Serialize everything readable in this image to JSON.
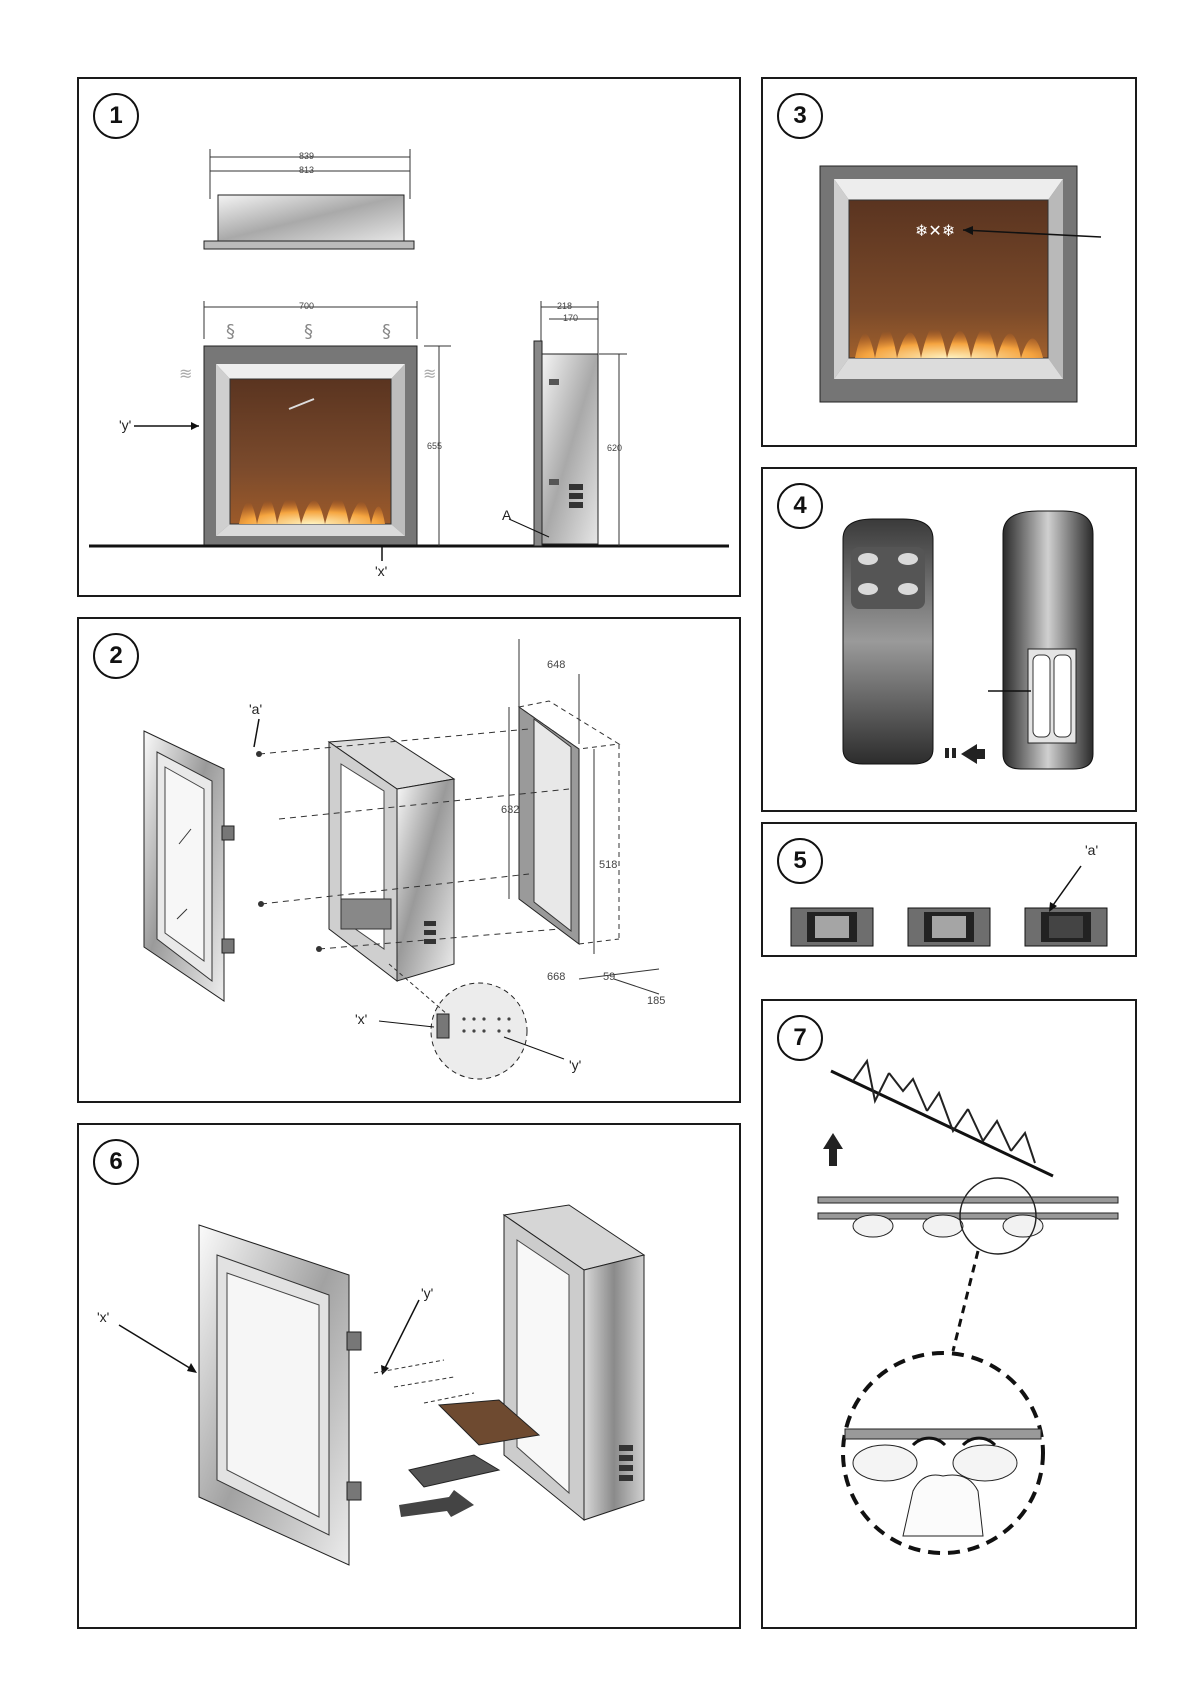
{
  "panels": {
    "p1": {
      "number": "1",
      "dims": {
        "top_outer": "839",
        "top_inner": "813",
        "width": "700",
        "height": "655",
        "depth_outer": "218",
        "depth_inner": "170",
        "side_height": "620"
      },
      "labels": {
        "y_left": "'y'",
        "x_bottom": "'x'",
        "a": "A"
      }
    },
    "p2": {
      "number": "2",
      "dims": {
        "d648": "648",
        "d632": "632",
        "d518": "518",
        "d668": "668",
        "d59": "59",
        "d185": "185"
      },
      "labels": {
        "a": "'a'",
        "x": "'x'",
        "y": "'y'"
      }
    },
    "p3": {
      "number": "3"
    },
    "p4": {
      "number": "4"
    },
    "p5": {
      "number": "5",
      "labels": {
        "a": "'a'"
      }
    },
    "p6": {
      "number": "6",
      "labels": {
        "x": "'x'",
        "y": "'y'"
      }
    },
    "p7": {
      "number": "7"
    }
  },
  "colors": {
    "line": "#1a1a1a",
    "steel_light": "#e8e8e8",
    "steel_dark": "#6a6a6a",
    "firebox": "#6b3f22",
    "flame": "#f2a640"
  }
}
